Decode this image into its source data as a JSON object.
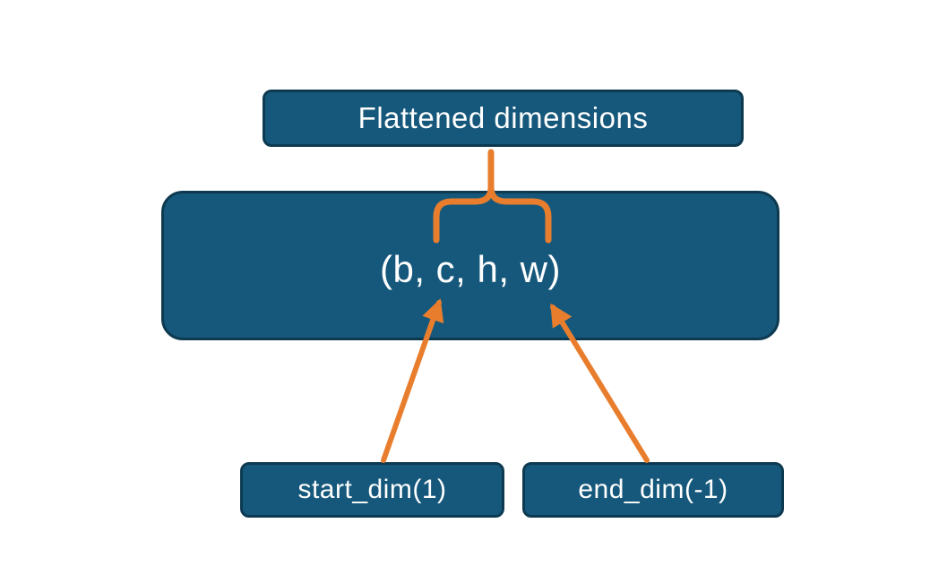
{
  "diagram": {
    "title_box": {
      "label": "Flattened dimensions"
    },
    "main_box": {
      "label": "(b, c, h, w)"
    },
    "start_box": {
      "label": "start_dim(1)"
    },
    "end_box": {
      "label": "end_dim(-1)"
    },
    "colors": {
      "box_fill": "#16587B",
      "box_border": "#0D3A50",
      "arrow": "#E87E2D",
      "text": "#FFFFFF"
    }
  }
}
